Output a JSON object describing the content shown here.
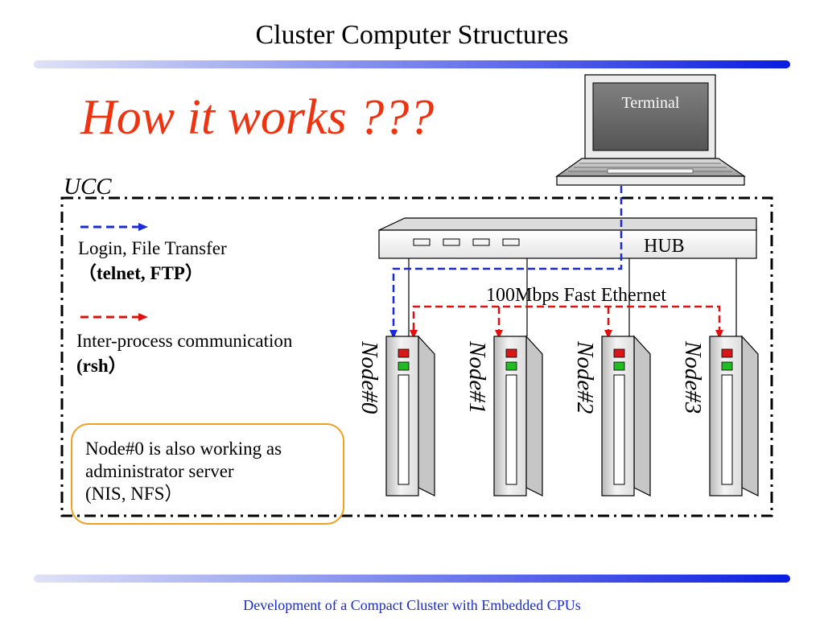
{
  "slide": {
    "title": "Cluster Computer Structures",
    "heading": "How it works ???",
    "footer": "Development of a Compact Cluster with Embedded CPUs"
  },
  "diagram": {
    "frame_label": "UCC",
    "terminal_label": "Terminal",
    "hub_label": "HUB",
    "network_label": "100Mbps Fast Ethernet",
    "nodes": [
      "Node#0",
      "Node#1",
      "Node#2",
      "Node#3"
    ],
    "legend": [
      {
        "line1": "Login, File Transfer",
        "line2": "（telnet, FTP）",
        "color": "#1a2ad6"
      },
      {
        "line1": "Inter-process communication",
        "line2": "(rsh）",
        "color": "#e01010"
      }
    ],
    "note": {
      "line1": "Node#0 is also working as",
      "line2": "administrator server",
      "line3": "(NIS, NFS）"
    },
    "colors": {
      "accent": "#ee3311",
      "login_line": "#1a2ad6",
      "ipc_line": "#e01010",
      "note_border": "#f0a020",
      "footer": "#1a2ccc"
    }
  }
}
